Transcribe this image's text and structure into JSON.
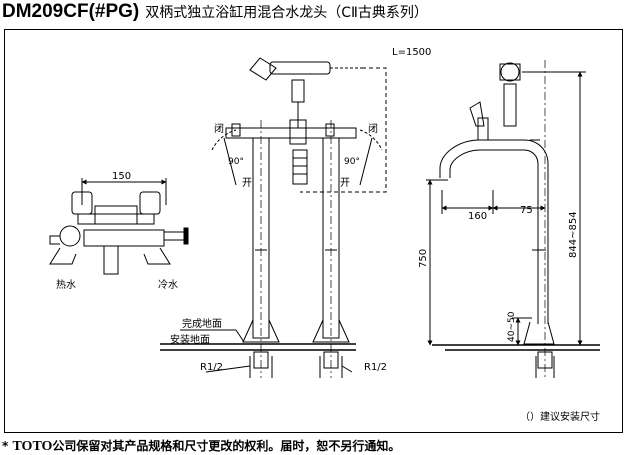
{
  "header": {
    "model": "DM209CF(#PG)",
    "description": "双柄式独立浴缸用混合水龙头（CⅡ古典系列）"
  },
  "labels": {
    "hose_length": "L=1500",
    "dim_150": "150",
    "hot_water": "热水",
    "cold_water": "冷水",
    "close_left": "闭",
    "close_right": "闭",
    "open_left": "开",
    "open_right": "开",
    "angle_left": "90°",
    "angle_right": "90°",
    "finished_floor": "完成地面",
    "install_floor": "安装地面",
    "thread_left": "R1/2",
    "thread_right": "R1/2",
    "dim_160": "160",
    "dim_75": "75",
    "dim_750": "750",
    "dim_844_854": "844~854",
    "dim_40_50": "40~50",
    "note": "（）建议安装尺寸"
  },
  "footer": {
    "brand": "TOTO",
    "text": "公司保留对其产品规格和尺寸更改的权利。届时，恕不另行通知。"
  }
}
